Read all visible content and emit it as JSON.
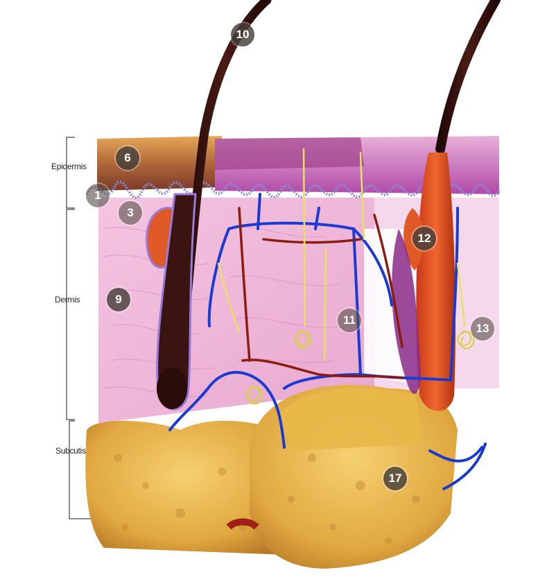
{
  "layers": {
    "epidermis": "Epidermis",
    "dermis": "Dermis",
    "subcutis": "Subcutis"
  },
  "markers": [
    "1",
    "3",
    "6",
    "9",
    "10",
    "11",
    "12",
    "13",
    "17"
  ],
  "colors": {
    "epidermis_top": "#d8a050",
    "dermis": "#f0b8d8",
    "fat": "#e8b84a",
    "hair": "#3a1410",
    "vein": "#1a3ad0",
    "artery": "#d8401a",
    "nerve": "#e8e060",
    "marker": "#46403a"
  }
}
